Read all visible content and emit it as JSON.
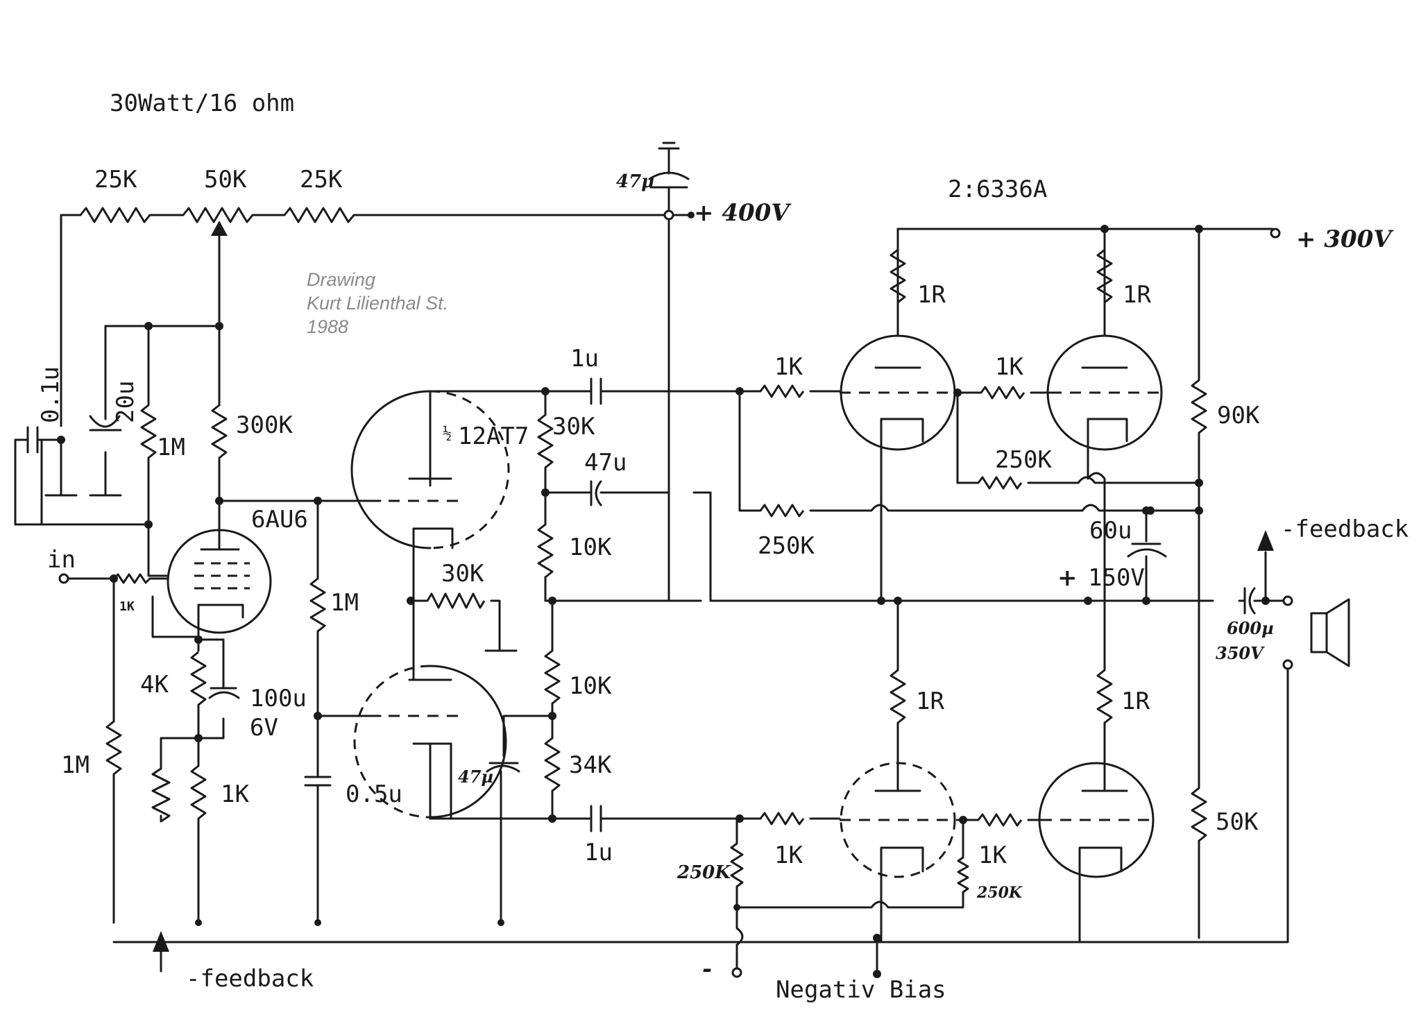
{
  "title": "30Watt/16 ohm",
  "credit": {
    "line1": "Drawing",
    "line2": "Kurt Lilienthal St.",
    "line3": "1988"
  },
  "tube_labels": {
    "output_tubes": "2:6336A",
    "driver": "12AT7",
    "driver_fraction": "½",
    "input": "6AU6"
  },
  "supply": {
    "hv_400": "+ 400V",
    "hv_300": "+ 300V",
    "plus_sign": "+"
  },
  "io": {
    "input": "in",
    "feedback_out": "-feedback",
    "feedback_in": "-feedback",
    "bias_label": "Negativ Bias",
    "bias_minus": "-"
  },
  "top_divider": {
    "r1": "25K",
    "pot": "50K",
    "r2": "25K"
  },
  "input_stage": {
    "c_0_1u": "0.1u",
    "c_20u": "20u",
    "r_1M_screen": "1M",
    "r_300K": "300K",
    "r_1K_grid": "1K",
    "r_4K": "4K",
    "c_100u": "100u",
    "c_100u_v": "6V",
    "r_1M_in": "1M",
    "r_1K_cath": "1K"
  },
  "driver_stage": {
    "c_1u_top": "1u",
    "r_30K_top": "30K",
    "c_47u": "47u",
    "r_10K_a": "10K",
    "r_30K_mid": "30K",
    "r_1M_grid": "1M",
    "r_10K_b": "10K",
    "r_34K": "34K",
    "c_47u_lower": "47µ",
    "c_0_5u": "0.5u",
    "c_1u_bottom": "1u",
    "c_47u_top": "47µ"
  },
  "output_stage": {
    "r_1R_a": "1R",
    "r_1R_b": "1R",
    "r_1R_c": "1R",
    "r_1R_d": "1R",
    "r_1K_a": "1K",
    "r_1K_b": "1K",
    "r_1K_c": "1K",
    "r_1K_d": "1K",
    "r_250K_a": "250K",
    "r_250K_b": "250K",
    "r_250K_c": "250K",
    "r_250K_d": "250K",
    "r_90K": "90K",
    "r_50K": "50K",
    "c_60u": "60u",
    "c_60u_v": "150V",
    "c_600u": "600µ",
    "c_600u_v": "350V"
  }
}
